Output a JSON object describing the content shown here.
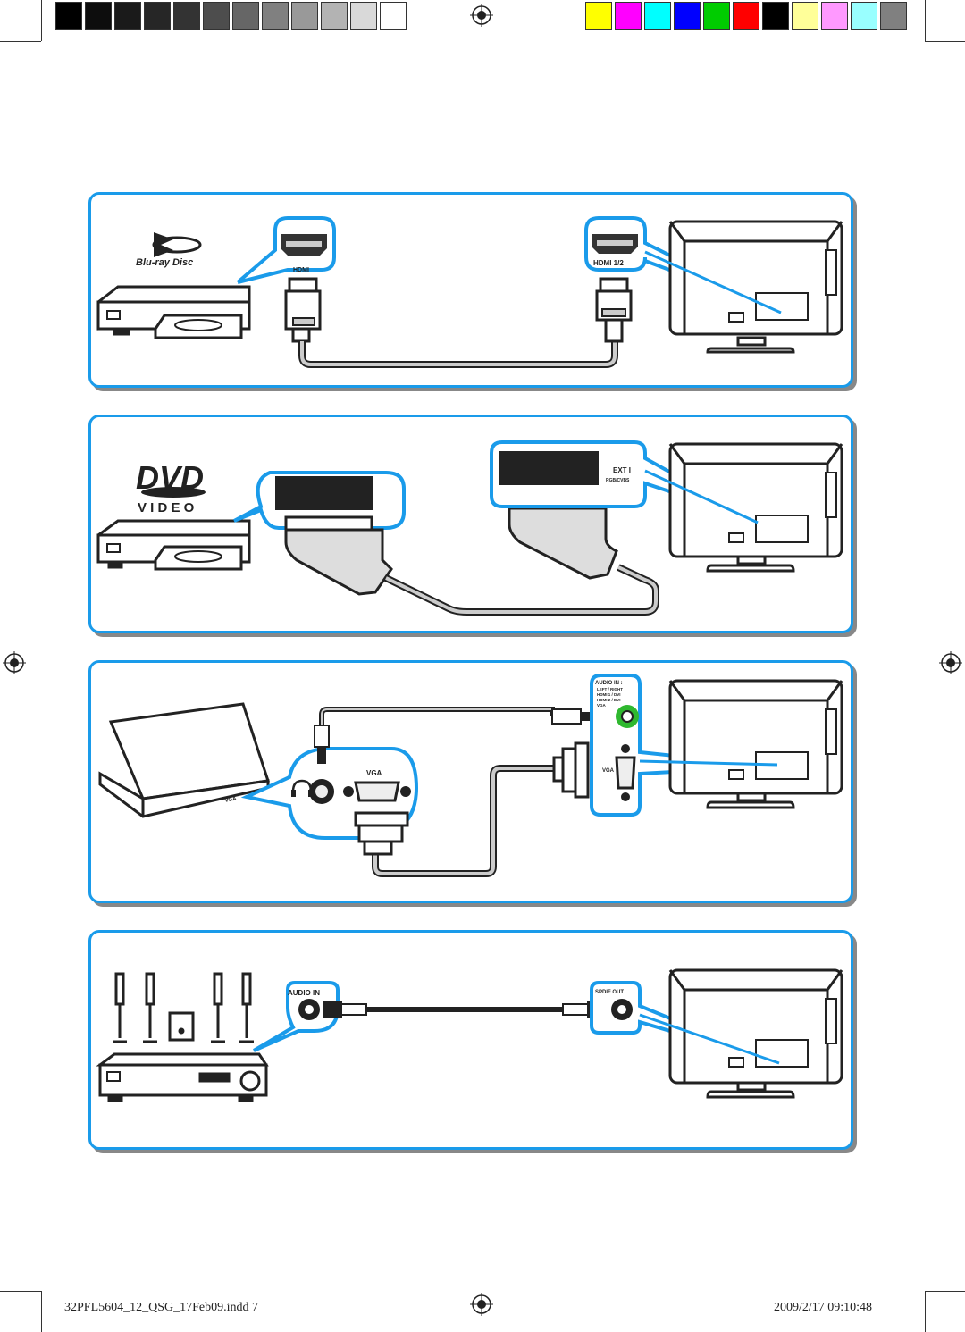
{
  "print_marks": {
    "grayscale_colors": [
      "#000000",
      "#0d0d0d",
      "#1a1a1a",
      "#262626",
      "#333333",
      "#4d4d4d",
      "#666666",
      "#808080",
      "#999999",
      "#b3b3b3",
      "#d9d9d9",
      "#ffffff"
    ],
    "process_colors": [
      "#ffff00",
      "#ff00ff",
      "#00ffff",
      "#0000ff",
      "#00cc00",
      "#ff0000",
      "#000000",
      "#ffff99",
      "#ff99ff",
      "#99ffff",
      "#808080"
    ]
  },
  "panels": {
    "bluray": {
      "logo_text": "Blu-ray Disc",
      "device_port_label": "HDMI",
      "tv_port_label": "HDMI 1/2"
    },
    "dvd": {
      "logo_text": "DVD",
      "logo_subtext": "V I D E O",
      "tv_port_label": "EXT I",
      "tv_port_sublabel": "RGB/CVBS"
    },
    "pc": {
      "laptop_port_label": "VGA",
      "vga_port_label": "VGA",
      "audio_label_1": "AUDIO IN :",
      "audio_label_2": "LEFT / RIGHT",
      "audio_label_3": "HDMI 1 / DVI",
      "audio_label_4": "HDMI 2 / DVI",
      "audio_label_5": "VGA",
      "tv_vga_label": "VGA"
    },
    "hometheater": {
      "device_port_label": "AUDIO IN",
      "tv_port_label": "SPDIF OUT"
    }
  },
  "footer": {
    "filename": "32PFL5604_12_QSG_17Feb09.indd   7",
    "datetime": "2009/2/17   09:10:48"
  }
}
